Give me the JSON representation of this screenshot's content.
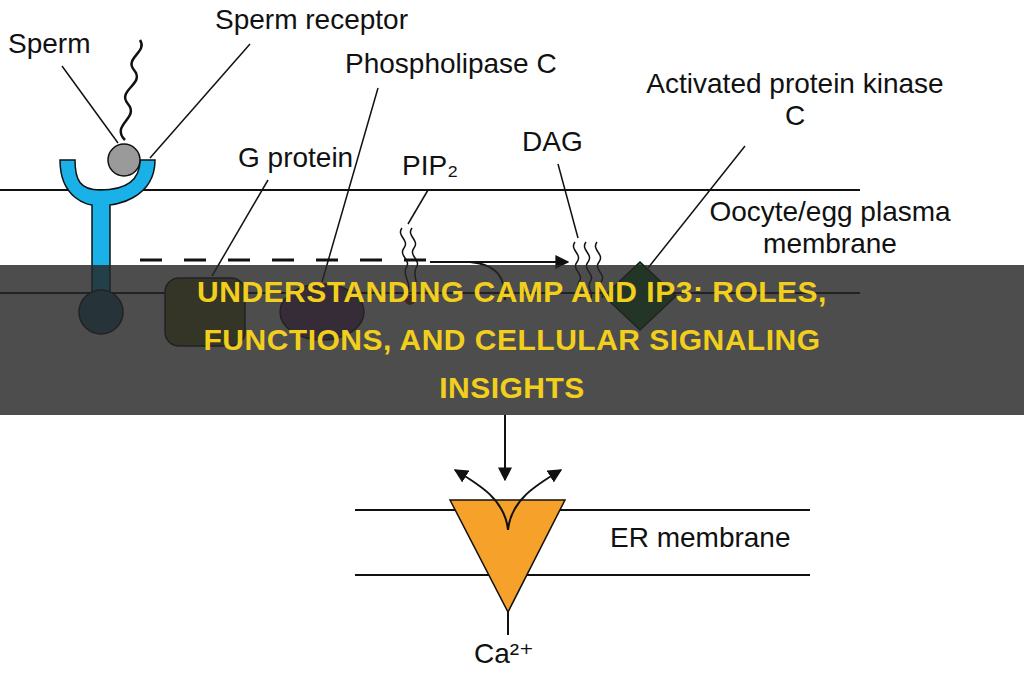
{
  "diagram": {
    "title": "UNDERSTANDING CAMP AND IP3: ROLES, FUNCTIONS, AND CELLULAR SIGNALING INSIGHTS",
    "labels": [
      "Sperm",
      "Sperm receptor",
      "Phospholipase C",
      "G protein",
      "PIP₂",
      "DAG",
      "Activated protein kinase C",
      "Oocyte/egg plasma membrane",
      "ER membrane",
      "Ca²⁺"
    ]
  }
}
